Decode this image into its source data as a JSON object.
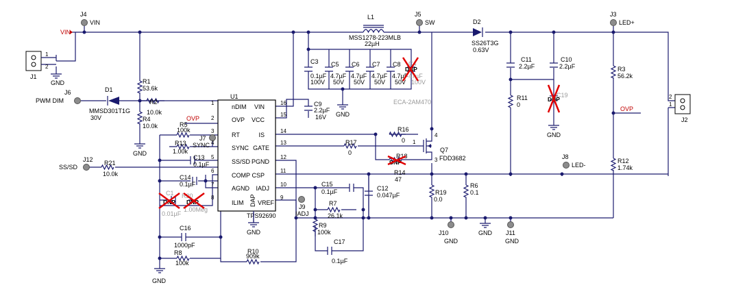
{
  "nets": {
    "vin": "VIN",
    "pwm_dim": "PWM DIM",
    "ss_sd": "SS/SD",
    "ovp": "OVP",
    "ovp_right": "OVP",
    "gnd": "GND"
  },
  "connectors": {
    "j1": "J1",
    "j1_pin1": "1",
    "j1_pin2": "2",
    "j2": "J2",
    "j2_pin2": "2",
    "j2_pin1": "1"
  },
  "testpoints": {
    "j4": "J4",
    "j4_label": "VIN",
    "j5": "J5",
    "j5_label": "SW",
    "j3": "J3",
    "j3_label": "LED+",
    "j6": "J6",
    "j7": "J7",
    "j7_label": "SYNC",
    "j12": "J12",
    "j8": "J8",
    "j8_label": "LED-",
    "j9": "J9",
    "j9_label": "IADJ",
    "j10": "J10",
    "j10_label": "GND",
    "j11": "J11",
    "j11_label": "GND"
  },
  "components": {
    "l1": "L1",
    "l1_part": "MSS1278-223MLB",
    "l1_value": "22µH",
    "d2": "D2",
    "d2_part": "SS26T3G",
    "d2_value": "0.63V",
    "d1": "D1",
    "d1_part": "MMSD301T1G",
    "d1_value": "30V",
    "r1": "R1",
    "r1_value": "53.6k",
    "r2": "R2",
    "r2_value": "10.0k",
    "r4": "R4",
    "r4_value": "10.0k",
    "r5": "R5",
    "r5_value": "100k",
    "r13": "R13",
    "r13_value": "1.00k",
    "r21": "R21",
    "r21_value": "10.0k",
    "r16": "R16",
    "r16_value": "0",
    "r17": "R17",
    "r17_value": "0",
    "r18": "R18",
    "r14": "R14",
    "r14_value": "47",
    "r19": "R19",
    "r19_value": "0.0",
    "r6": "R6",
    "r6_value": "0.1",
    "r3": "R3",
    "r3_value": "56.2k",
    "r12": "R12",
    "r12_value": "1.74k",
    "r11": "R11",
    "r11_value": "0",
    "r7": "R7",
    "r7_value": "26.1k",
    "r9": "R9",
    "r9_value": "100k",
    "r10": "R10",
    "r10_value": "909k",
    "r8": "R8",
    "r8_value": "100k",
    "r20": "R20",
    "r20_value": "1.00Meg",
    "c3": "C3",
    "c3_value": "0.1µF",
    "c3_v": "100V",
    "c5": "C5",
    "c5_value": "4.7µF",
    "c5_v": "50V",
    "c6": "C6",
    "c6_value": "4.7µF",
    "c6_v": "50V",
    "c7": "C7",
    "c7_value": "4.7µF",
    "c7_v": "50V",
    "c8": "C8",
    "c8_value": "4.7µF",
    "c8_v": "50V",
    "c4": "C4",
    "c4_value": "47µF",
    "c4_v": "100V",
    "c4_part": "ECA-2AM470",
    "c9": "C9",
    "c9_value": "2.2µF",
    "c9_v": "16V",
    "c11": "C11",
    "c11_value": "2.2µF",
    "c10": "C10",
    "c10_value": "2.2µF",
    "c13": "C13",
    "c13_value": "0.1µF",
    "c14": "C14",
    "c14_value": "0.1µF",
    "c1": "C1",
    "c1_value": "0.01µF",
    "c16": "C16",
    "c16_value": "1000pF",
    "c15": "C15",
    "c15_value": "0.1µF",
    "c17": "C17",
    "c17_value": "0.1µF",
    "c12": "C12",
    "c12_value": "0.047µF",
    "c19": "C19",
    "q7": "Q7",
    "q7_part": "FDD3682",
    "dnp": "DNP"
  },
  "ic": {
    "ref": "U1",
    "part": "TPS92690",
    "dap": "DAP",
    "left_pins": [
      {
        "num": "1",
        "name": "nDIM"
      },
      {
        "num": "2",
        "name": "OVP"
      },
      {
        "num": "3",
        "name": "RT"
      },
      {
        "num": "4",
        "name": "SYNC"
      },
      {
        "num": "5",
        "name": "SS/SD"
      },
      {
        "num": "6",
        "name": "COMP"
      },
      {
        "num": "7",
        "name": "AGND"
      },
      {
        "num": "8",
        "name": "ILIM"
      }
    ],
    "right_pins": [
      {
        "num": "16",
        "name": "VIN"
      },
      {
        "num": "15",
        "name": "VCC"
      },
      {
        "num": "14",
        "name": "IS"
      },
      {
        "num": "13",
        "name": "GATE"
      },
      {
        "num": "12",
        "name": "PGND"
      },
      {
        "num": "11",
        "name": "CSP"
      },
      {
        "num": "10",
        "name": "IADJ"
      },
      {
        "num": "9",
        "name": "VREF"
      }
    ]
  },
  "q7_pins": {
    "p4": "4",
    "p1": "1",
    "p3": "3"
  }
}
